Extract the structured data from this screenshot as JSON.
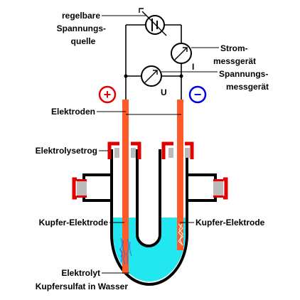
{
  "labels": {
    "source_line1": "regelbare",
    "source_line2": "Spannungs-",
    "source_line3": "quelle",
    "ammeter_line1": "Strom-",
    "ammeter_line2": "messgerät",
    "voltmeter_line1": "Spannungs-",
    "voltmeter_line2": "messgerät",
    "current_symbol": "I",
    "voltage_symbol": "U",
    "plus_sign": "+",
    "minus_sign": "−",
    "electrodes": "Elektroden",
    "trough": "Elektrolysetrog",
    "copper_left": "Kupfer-Elektrode",
    "copper_right": "Kupfer-Elektrode",
    "electrolyte_line1": "Elektrolyt",
    "electrolyte_line2": "Kupfersulfat in Wasser"
  },
  "colors": {
    "electrode": "#ff5a2a",
    "electrolyte": "#22e6f0",
    "clamp": "#e00000",
    "plus": "#e00000",
    "minus": "#0000e0",
    "insulator": "#bbbbbb"
  }
}
